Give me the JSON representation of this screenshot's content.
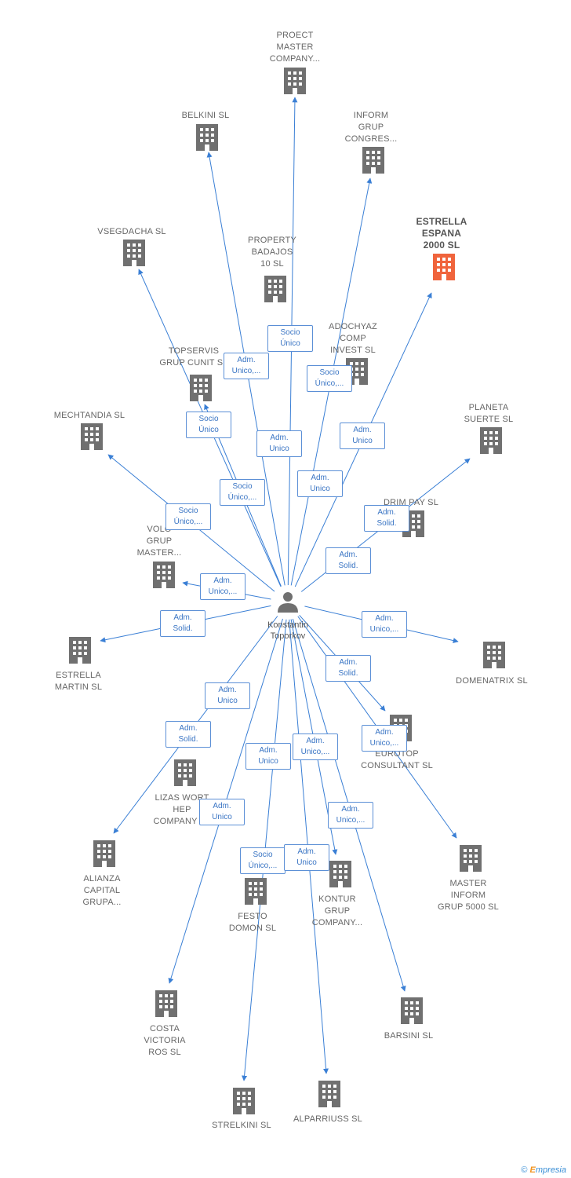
{
  "center": {
    "name": "Konstantin\nToporkov"
  },
  "colors": {
    "edge": "#3a7fd5",
    "building": "#707070",
    "highlight": "#f0643c"
  },
  "companies": [
    {
      "id": "proect",
      "label": "PROECT\nMASTER\nCOMPANY..."
    },
    {
      "id": "belkini",
      "label": "BELKINI SL"
    },
    {
      "id": "inform",
      "label": "INFORM\nGRUP\nCONGRES..."
    },
    {
      "id": "estrella-espana",
      "label": "ESTRELLA\nESPANA\n2000  SL",
      "highlight": true
    },
    {
      "id": "vsegdacha",
      "label": "VSEGDACHA SL"
    },
    {
      "id": "property",
      "label": "PROPERTY\nBADAJOS\n10  SL"
    },
    {
      "id": "adochyaz",
      "label": "ADOCHYAZ\nCOMP\nINVEST SL"
    },
    {
      "id": "topservis",
      "label": "TOPSERVIS\nGRUP CUNIT  SL"
    },
    {
      "id": "mechtandia",
      "label": "MECHTANDIA SL"
    },
    {
      "id": "planeta",
      "label": "PLANETA\nSUERTE SL"
    },
    {
      "id": "drimpay",
      "label": "DRIM PAY  SL"
    },
    {
      "id": "volo",
      "label": "VOLO\nGRUP\nMASTER..."
    },
    {
      "id": "estrella-martin",
      "label": "ESTRELLA\nMARTIN SL"
    },
    {
      "id": "domenatrix",
      "label": "DOMENATRIX SL"
    },
    {
      "id": "eurotop",
      "label": "EUROTOP\nCONSULTANT SL"
    },
    {
      "id": "lizas",
      "label": "LIZAS WORT\nHEP\nCOMPANY SL"
    },
    {
      "id": "alianza",
      "label": "ALIANZA\nCAPITAL\nGRUPA..."
    },
    {
      "id": "master-inform",
      "label": "MASTER\nINFORM\nGRUP 5000  SL"
    },
    {
      "id": "kontur",
      "label": "KONTUR\nGRUP\nCOMPANY..."
    },
    {
      "id": "festo",
      "label": "FESTO\nDOMON SL"
    },
    {
      "id": "costa",
      "label": "COSTA\nVICTORIA\nROS  SL"
    },
    {
      "id": "barsini",
      "label": "BARSINI  SL"
    },
    {
      "id": "strelkini",
      "label": "STRELKINI  SL"
    },
    {
      "id": "alparriuss",
      "label": "ALPARRIUSS SL"
    }
  ],
  "relations": [
    {
      "id": "r-proect",
      "label": "Socio\nÚnico"
    },
    {
      "id": "r-belkini",
      "label": "Adm.\nUnico,..."
    },
    {
      "id": "r-inform",
      "label": "Socio\nÚnico,..."
    },
    {
      "id": "r-estrella-espana",
      "label": "Adm.\nUnico"
    },
    {
      "id": "r-vsegdacha",
      "label": "Socio\nÚnico"
    },
    {
      "id": "r-property",
      "label": "Adm.\nUnico"
    },
    {
      "id": "r-adochyaz",
      "label": "Adm.\nUnico"
    },
    {
      "id": "r-topservis",
      "label": "Socio\nÚnico,..."
    },
    {
      "id": "r-mechtandia",
      "label": "Socio\nÚnico,..."
    },
    {
      "id": "r-planeta",
      "label": "Adm.\nSolid."
    },
    {
      "id": "r-drimpay",
      "label": "Adm.\nSolid."
    },
    {
      "id": "r-volo",
      "label": "Adm.\nUnico,..."
    },
    {
      "id": "r-estrella-martin",
      "label": "Adm.\nSolid."
    },
    {
      "id": "r-domenatrix",
      "label": "Adm.\nUnico,..."
    },
    {
      "id": "r-eurotop",
      "label": "Adm.\nSolid."
    },
    {
      "id": "r-master-inform",
      "label": "Adm.\nUnico,..."
    },
    {
      "id": "r-lizas",
      "label": "Adm.\nUnico"
    },
    {
      "id": "r-alianza",
      "label": "Adm.\nSolid."
    },
    {
      "id": "r-festo",
      "label": "Adm.\nUnico"
    },
    {
      "id": "r-kontur",
      "label": "Adm.\nUnico,..."
    },
    {
      "id": "r-costa",
      "label": "Adm.\nUnico"
    },
    {
      "id": "r-barsini",
      "label": "Adm.\nUnico,..."
    },
    {
      "id": "r-strelkini",
      "label": "Socio\nÚnico,..."
    },
    {
      "id": "r-alparriuss",
      "label": "Adm.\nUnico"
    }
  ],
  "footer": {
    "copyright": "©",
    "brand_initial": "E",
    "brand_rest": "mpresia"
  }
}
